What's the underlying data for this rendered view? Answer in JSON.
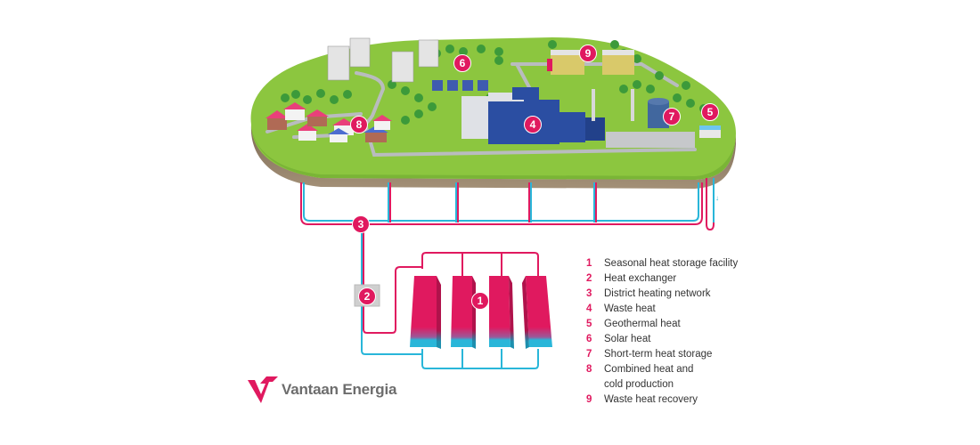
{
  "brand": {
    "name": "Vantaan Energia",
    "logo_icon": "vantaan-energia-logo-icon",
    "color": "#e0195f"
  },
  "colors": {
    "hot_pipe": "#e0195f",
    "cold_pipe": "#29b6d9",
    "grass": "#8cc63f",
    "soil": "#8a7560",
    "building_blue": "#2b4ea2",
    "marker": "#e0195f"
  },
  "markers": [
    {
      "number": "1",
      "target": "seasonal-heat-storage"
    },
    {
      "number": "2",
      "target": "heat-exchanger"
    },
    {
      "number": "3",
      "target": "district-heating-network"
    },
    {
      "number": "4",
      "target": "waste-heat-plant"
    },
    {
      "number": "5",
      "target": "geothermal-heat"
    },
    {
      "number": "6",
      "target": "solar-panels"
    },
    {
      "number": "7",
      "target": "short-term-storage-tank"
    },
    {
      "number": "8",
      "target": "residential-houses"
    },
    {
      "number": "9",
      "target": "waste-heat-recovery-buildings"
    }
  ],
  "legend": [
    {
      "number": "1",
      "label": "Seasonal heat storage facility"
    },
    {
      "number": "2",
      "label": "Heat exchanger"
    },
    {
      "number": "3",
      "label": "District heating network"
    },
    {
      "number": "4",
      "label": "Waste heat"
    },
    {
      "number": "5",
      "label": "Geothermal heat"
    },
    {
      "number": "6",
      "label": "Solar heat"
    },
    {
      "number": "7",
      "label": "Short-term heat storage"
    },
    {
      "number": "8",
      "label": "Combined heat and cold production"
    },
    {
      "number": "9",
      "label": "Waste heat recovery"
    }
  ]
}
